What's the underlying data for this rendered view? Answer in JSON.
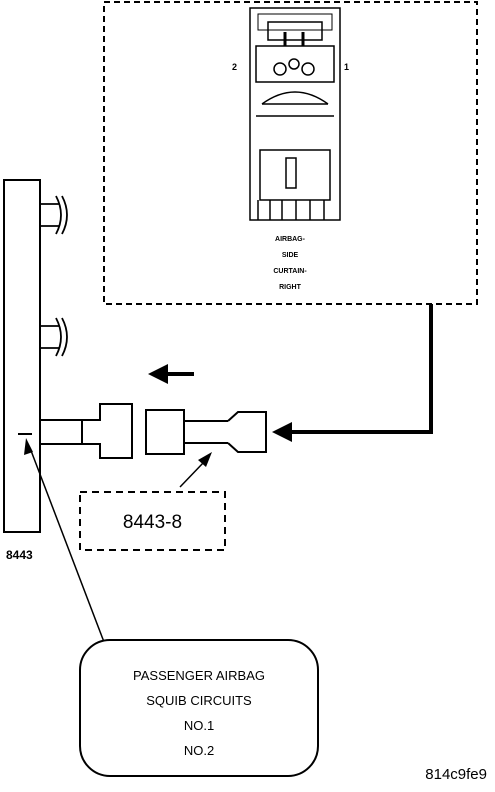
{
  "figure": {
    "connector": {
      "pin_left": "2",
      "pin_right": "1",
      "caption_lines": [
        "AIRBAG-",
        "SIDE",
        "CURTAIN-",
        "RIGHT"
      ]
    },
    "tool_adapter_label": "8443-8",
    "tool_label": "8443",
    "callout_lines": [
      "PASSENGER AIRBAG",
      "SQUIB CIRCUITS",
      "NO.1",
      "NO.2"
    ],
    "figure_id": "814c9fe9"
  }
}
